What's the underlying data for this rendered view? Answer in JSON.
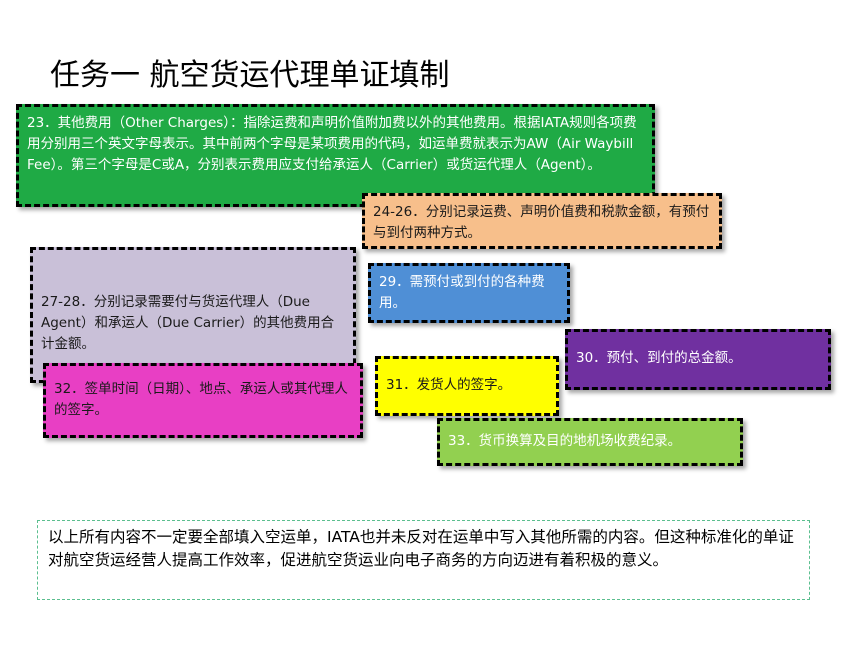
{
  "title": "任务一 航空货运代理单证填制",
  "boxes": {
    "b23": {
      "text": "23．其他费用（Other Charges）：指除运费和声明价值附加费以外的其他费用。根据IATA规则各项费用分别用三个英文字母表示。其中前两个字母是某项费用的代码，如运单费就表示为AW（Air Waybill Fee）。第三个字母是C或A，分别表示费用应支付给承运人（Carrier）或货运代理人（Agent）。",
      "bg": "#1faa45",
      "fg": "#ffffff"
    },
    "b2426": {
      "text": "24-26．分别记录运费、声明价值费和税款金额，有预付与到付两种方式。",
      "bg": "#f7bf8b",
      "fg": "#1a1a1a"
    },
    "b29": {
      "text": "29．需预付或到付的各种费用。",
      "bg": "#4f8fd6",
      "fg": "#ffffff"
    },
    "b2728": {
      "text": "27-28．分别记录需要付与货运代理人（Due Agent）和承运人（Due Carrier）的其他费用合计金额。",
      "bg": "#c9c0d8",
      "fg": "#1a1a1a"
    },
    "b30": {
      "text": "30．预付、到付的总金额。",
      "bg": "#7030a0",
      "fg": "#ffffff"
    },
    "b31": {
      "text": "31．发货人的签字。",
      "bg": "#ffff00",
      "fg": "#1a1a1a"
    },
    "b32": {
      "text": "32．签单时间（日期）、地点、承运人或其代理人的签字。",
      "bg": "#e83fc4",
      "fg": "#1a1a1a"
    },
    "b33": {
      "text": "33．货币换算及目的地机场收费纪录。",
      "bg": "#92d050",
      "fg": "#ffffff"
    }
  },
  "note": "以上所有内容不一定要全部填入空运单，IATA也并未反对在运单中写入其他所需的内容。但这种标准化的单证对航空货运经营人提高工作效率，促进航空货运业向电子商务的方向迈进有着积极的意义。"
}
